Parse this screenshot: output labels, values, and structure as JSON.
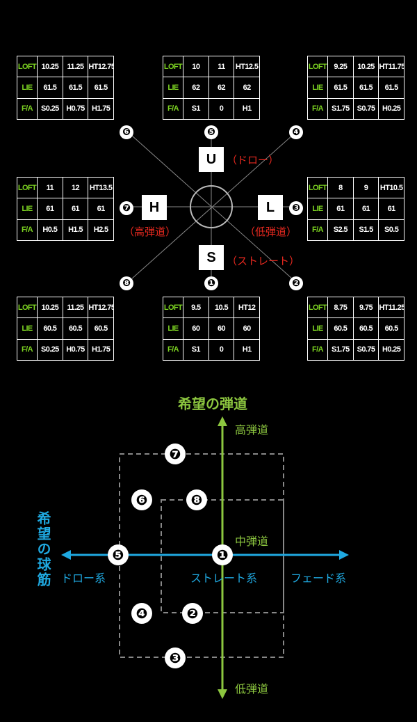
{
  "row_labels": [
    "LOFT",
    "LIE",
    "F/A"
  ],
  "tables": {
    "t6": {
      "loft": [
        "10.25",
        "11.25",
        "HT12.75"
      ],
      "lie": [
        "61.5",
        "61.5",
        "61.5"
      ],
      "fa": [
        "S0.25",
        "H0.75",
        "H1.75"
      ]
    },
    "t5": {
      "loft": [
        "10",
        "11",
        "HT12.5"
      ],
      "lie": [
        "62",
        "62",
        "62"
      ],
      "fa": [
        "S1",
        "0",
        "H1"
      ]
    },
    "t4": {
      "loft": [
        "9.25",
        "10.25",
        "HT11.75"
      ],
      "lie": [
        "61.5",
        "61.5",
        "61.5"
      ],
      "fa": [
        "S1.75",
        "S0.75",
        "H0.25"
      ]
    },
    "t7": {
      "loft": [
        "11",
        "12",
        "HT13.5"
      ],
      "lie": [
        "61",
        "61",
        "61"
      ],
      "fa": [
        "H0.5",
        "H1.5",
        "H2.5"
      ]
    },
    "t3": {
      "loft": [
        "8",
        "9",
        "HT10.5"
      ],
      "lie": [
        "61",
        "61",
        "61"
      ],
      "fa": [
        "S2.5",
        "S1.5",
        "S0.5"
      ]
    },
    "t8": {
      "loft": [
        "10.25",
        "11.25",
        "HT12.75"
      ],
      "lie": [
        "60.5",
        "60.5",
        "60.5"
      ],
      "fa": [
        "S0.25",
        "H0.75",
        "H1.75"
      ]
    },
    "t1": {
      "loft": [
        "9.5",
        "10.5",
        "HT12"
      ],
      "lie": [
        "60",
        "60",
        "60"
      ],
      "fa": [
        "S1",
        "0",
        "H1"
      ]
    },
    "t2": {
      "loft": [
        "8.75",
        "9.75",
        "HT11.25"
      ],
      "lie": [
        "60.5",
        "60.5",
        "60.5"
      ],
      "fa": [
        "S1.75",
        "S0.75",
        "H0.25"
      ]
    }
  },
  "nums": {
    "n1": "❶",
    "n2": "❷",
    "n3": "❸",
    "n4": "❹",
    "n5": "❺",
    "n6": "❻",
    "n7": "❼",
    "n8": "❽"
  },
  "boxes": {
    "u": "U",
    "l": "L",
    "s": "S",
    "h": "H"
  },
  "box_labels": {
    "u": "（ドロー）",
    "l": "（低弾道）",
    "s": "（ストレート）",
    "h": "（高弾道）"
  },
  "chart": {
    "vertical_title": "希望の弾道",
    "horizontal_title": "希望の球筋",
    "high": "高弾道",
    "mid": "中弾道",
    "low": "低弾道",
    "draw": "ドロー系",
    "straight": "ストレート系",
    "fade": "フェード系"
  },
  "colors": {
    "green_label": "#7cd321",
    "red": "#e8291f",
    "lime": "#8cc63f",
    "cyan": "#1fa9e1"
  }
}
